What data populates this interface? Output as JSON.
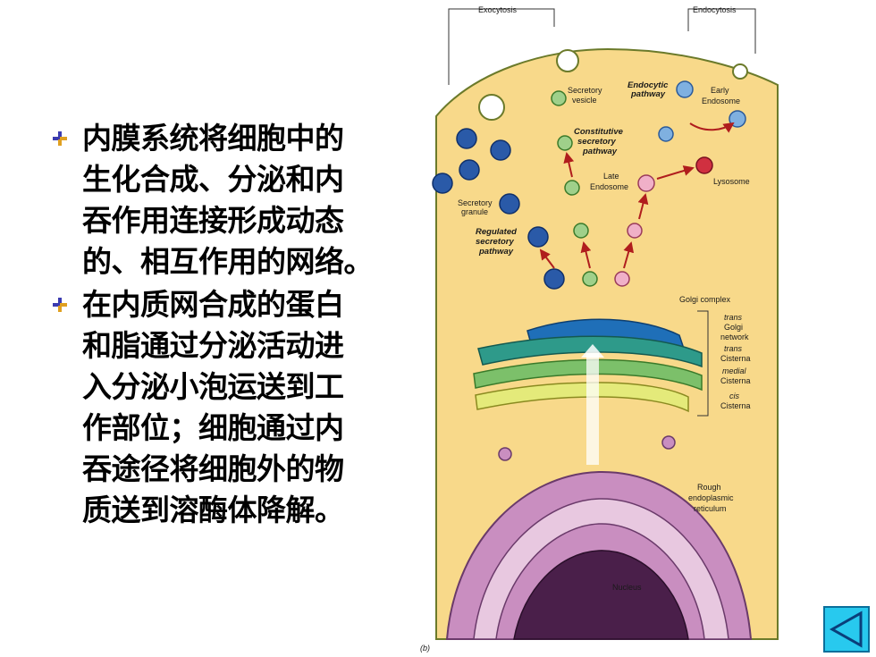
{
  "bullets": [
    {
      "lines": [
        "内膜系统将细胞中的",
        "生化合成、分泌和内",
        "吞作用连接形成动态",
        "的、相互作用的网络。"
      ]
    },
    {
      "lines": [
        "在内质网合成的蛋白",
        "和脂通过分泌活动进",
        "入分泌小泡运送到工",
        "作部位；细胞通过内",
        "吞途径将细胞外的物",
        "质送到溶酶体降解。"
      ]
    }
  ],
  "figure": {
    "labels": {
      "exocytosis": "Exocytosis",
      "endocytosis": "Endocytosis",
      "secretory_vesicle_1": "Secretory",
      "secretory_vesicle_2": "vesicle",
      "endocytic_pathway_1": "Endocytic",
      "endocytic_pathway_2": "pathway",
      "early_endosome_1": "Early",
      "early_endosome_2": "Endosome",
      "constitutive_1": "Constitutive",
      "constitutive_2": "secretory",
      "constitutive_3": "pathway",
      "late_endosome_1": "Late",
      "late_endosome_2": "Endosome",
      "lysosome": "Lysosome",
      "secretory_granule_1": "Secretory",
      "secretory_granule_2": "granule",
      "regulated_1": "Regulated",
      "regulated_2": "secretory",
      "regulated_3": "pathway",
      "golgi_complex": "Golgi complex",
      "trans_golgi_1": "trans",
      "trans_golgi_2": "Golgi",
      "trans_golgi_3": "network",
      "trans_cisterna_1": "trans",
      "trans_cisterna_2": "Cisterna",
      "medial_1": "medial",
      "medial_2": "Cisterna",
      "cis_1": "cis",
      "cis_2": "Cisterna",
      "rer_1": "Rough",
      "rer_2": "endoplasmic",
      "rer_3": "reticulum",
      "nucleus": "Nucleus",
      "panel": "(b)"
    },
    "colors": {
      "cytoplasm": "#f8d98a",
      "golgi_trans_network": "#1f6fb8",
      "golgi_trans": "#2e9a8a",
      "golgi_medial": "#7cc06a",
      "golgi_cis": "#e4ea7a",
      "er": "#c98ec0",
      "nucleus": "#4a1f4a",
      "arrow": "#b01d1d"
    }
  },
  "nav": {
    "icon": "back-arrow-icon",
    "bg": "#28c9ee"
  }
}
